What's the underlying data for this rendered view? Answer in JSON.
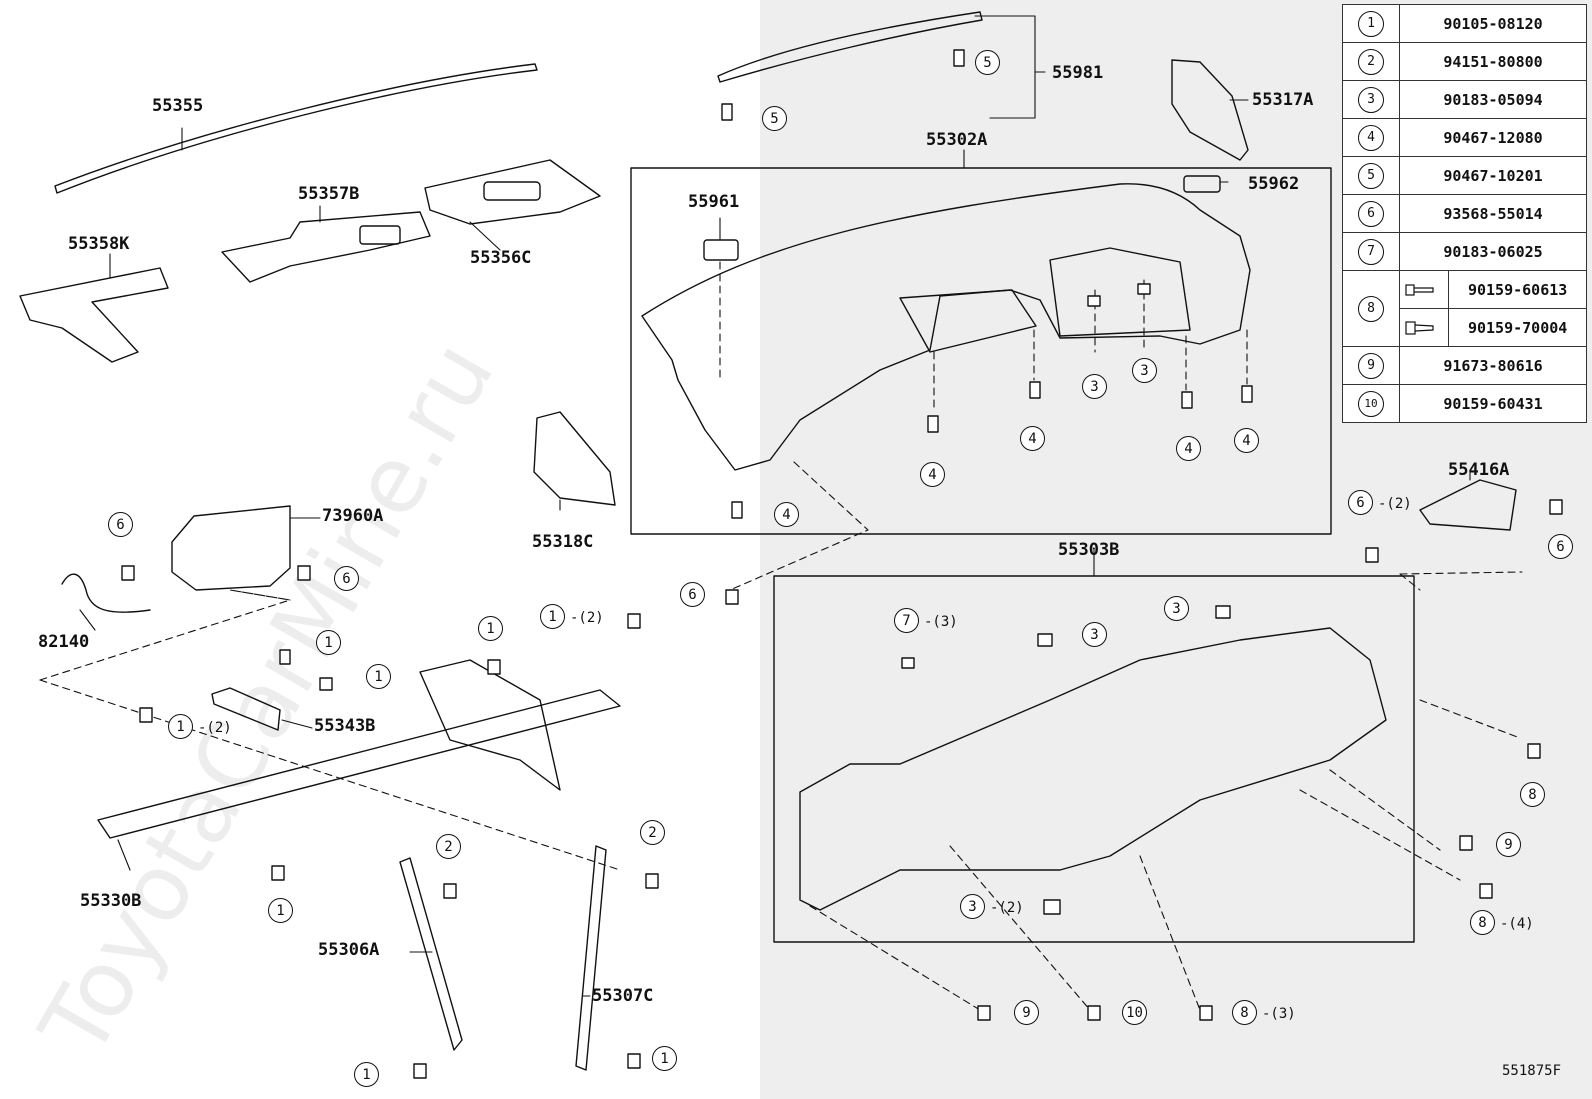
{
  "labels": {
    "p55355": "55355",
    "p55357B": "55357B",
    "p55358K": "55358K",
    "p55356C": "55356C",
    "p55981": "55981",
    "p55317A": "55317A",
    "p55302A": "55302A",
    "p55961": "55961",
    "p55962": "55962",
    "p55318C": "55318C",
    "p73960A": "73960A",
    "p82140": "82140",
    "p55343B": "55343B",
    "p55330B": "55330B",
    "p55306A": "55306A",
    "p55307C": "55307C",
    "p55303B": "55303B",
    "p55416A": "55416A"
  },
  "callouts": {
    "c1": "1",
    "c2": "2",
    "c3": "3",
    "c4": "4",
    "c5": "5",
    "c6": "6",
    "c7": "7",
    "c8": "8",
    "c9": "9",
    "c10": "10"
  },
  "quantities": {
    "q2": "-(2)",
    "q3": "-(3)",
    "q4": "-(4)"
  },
  "parts_table": [
    {
      "index": "1",
      "part_numbers": [
        "90105-08120"
      ]
    },
    {
      "index": "2",
      "part_numbers": [
        "94151-80800"
      ]
    },
    {
      "index": "3",
      "part_numbers": [
        "90183-05094"
      ]
    },
    {
      "index": "4",
      "part_numbers": [
        "90467-12080"
      ]
    },
    {
      "index": "5",
      "part_numbers": [
        "90467-10201"
      ]
    },
    {
      "index": "6",
      "part_numbers": [
        "93568-55014"
      ]
    },
    {
      "index": "7",
      "part_numbers": [
        "90183-06025"
      ]
    },
    {
      "index": "8",
      "part_numbers": [
        "90159-60613",
        "90159-70004"
      ]
    },
    {
      "index": "9",
      "part_numbers": [
        "91673-80616"
      ]
    },
    {
      "index": "10",
      "part_numbers": [
        "90159-60431"
      ]
    }
  ],
  "watermark": "ToyotaCarMine.ru",
  "diagram_ref": "551875F"
}
